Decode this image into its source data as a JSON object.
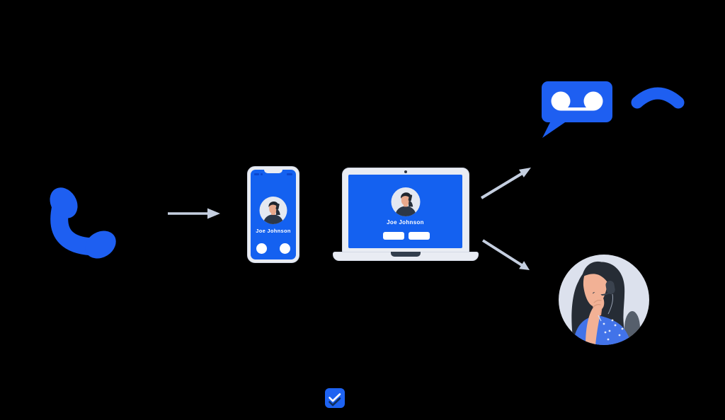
{
  "illustration": {
    "title": "incoming-call-routing-flow",
    "caller_name": "Joe Johnson",
    "phone": {
      "contact_name": "Joe Johnson"
    },
    "laptop": {
      "contact_name": "Joe Johnson"
    },
    "icons": {
      "left": "phone-handset-icon",
      "flow": [
        "arrow-right-icon",
        "arrow-up-right-icon",
        "arrow-down-right-icon"
      ],
      "outcomes": [
        "voicemail-icon",
        "call-end-icon",
        "support-agent-avatar"
      ],
      "logo": "double-check-logo-icon"
    },
    "colors": {
      "background": "#000000",
      "brand_blue": "#1E5FF1",
      "screen_blue": "#1461F0",
      "status_chip_blue": "#0B46CF",
      "device_frame": "#E9ECF3",
      "device_frame_border": "#D0D6E3",
      "arrow_gray": "#C5CFE0",
      "dark_slate": "#333E4D",
      "avatar_bg": "#E4E8F1",
      "agent_circle_bg": "#DCE1ED",
      "hair_dark": "#262C35",
      "skin": "#F2B195",
      "blouse_blue": "#4273E9",
      "check_dark": "#10305F",
      "white": "#FFFFFF"
    }
  }
}
